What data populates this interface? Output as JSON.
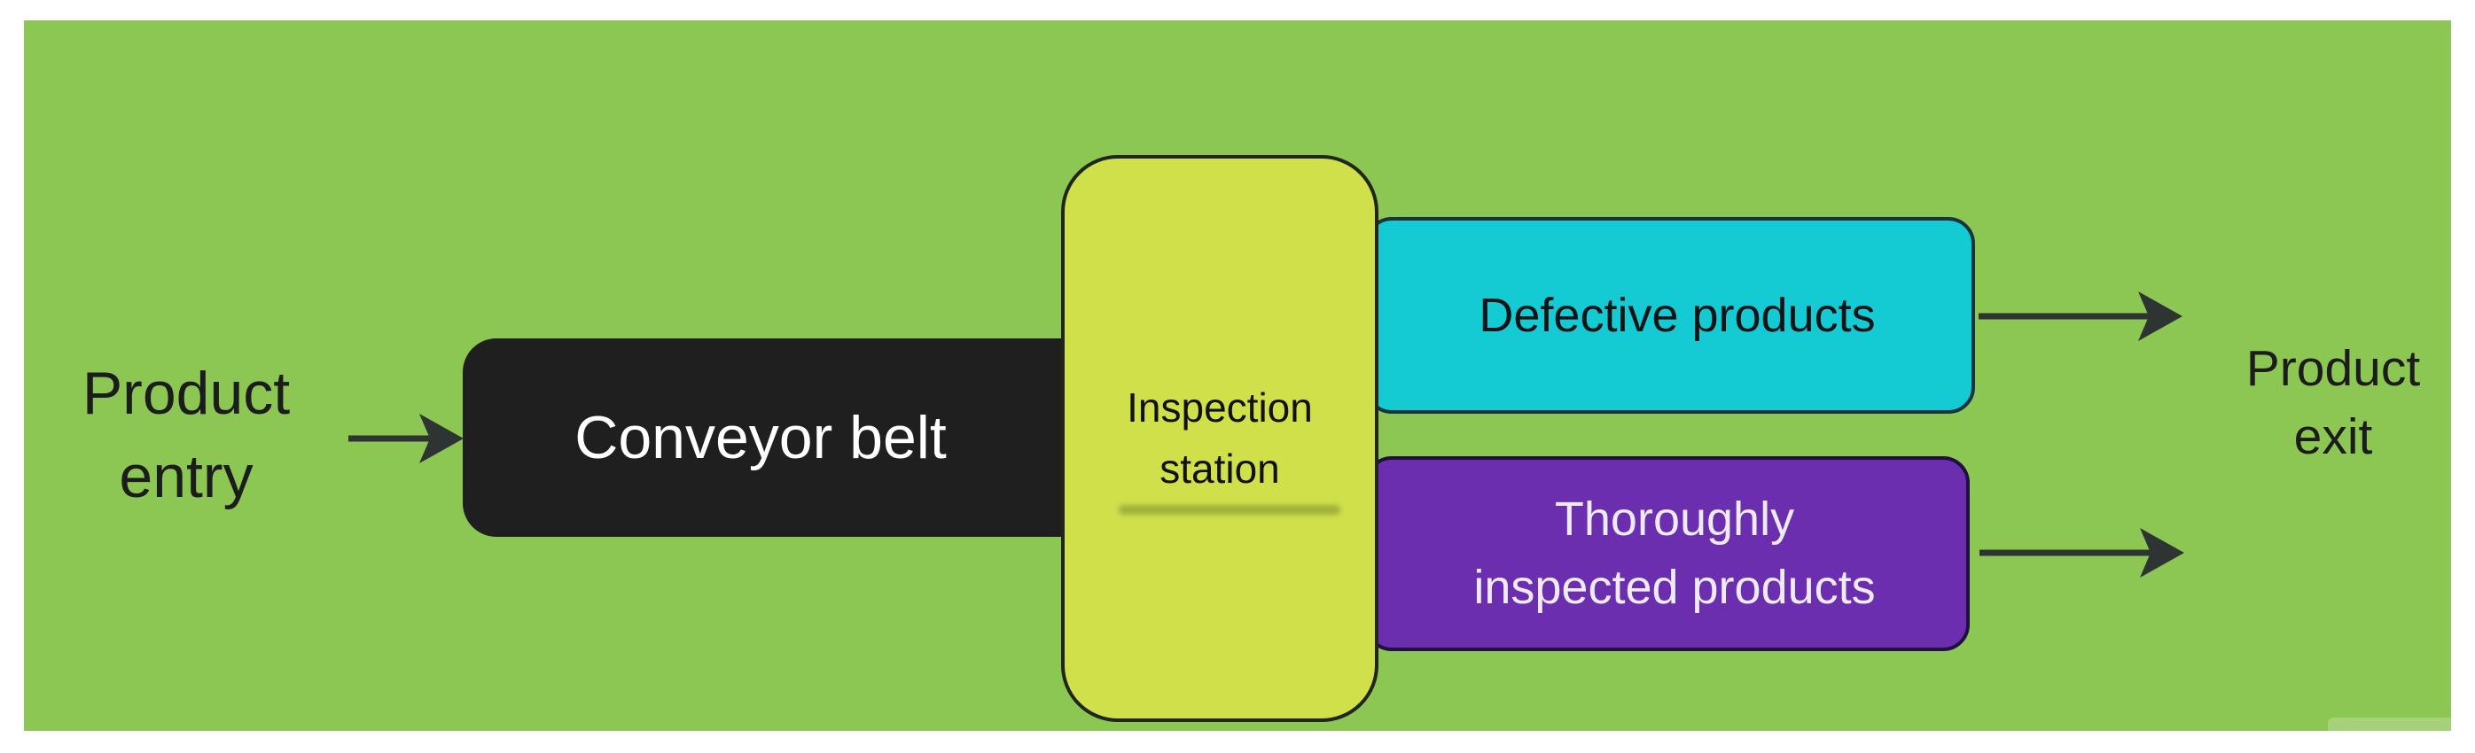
{
  "diagram": {
    "description": "Product inspection flow diagram",
    "nodes": {
      "product_entry": {
        "line1": "Product",
        "line2": "entry"
      },
      "conveyor_belt": {
        "label": "Conveyor belt"
      },
      "inspection_station": {
        "line1": "Inspection",
        "line2": "station"
      },
      "defective_products": {
        "label": "Defective products"
      },
      "inspected_products": {
        "line1": "Thoroughly",
        "line2": "inspected products"
      },
      "product_exit": {
        "line1": "Product",
        "line2": "exit"
      }
    },
    "edges": [
      {
        "from": "product_entry",
        "to": "conveyor_belt"
      },
      {
        "from": "conveyor_belt",
        "to": "inspection_station"
      },
      {
        "from": "inspection_station",
        "to": "defective_products"
      },
      {
        "from": "inspection_station",
        "to": "inspected_products"
      },
      {
        "from": "defective_products",
        "to": "product_exit"
      },
      {
        "from": "inspected_products",
        "to": "product_exit"
      }
    ],
    "colors": {
      "page_background": "#ffffff",
      "canvas_background": "#8CC653",
      "conveyor_fill": "#1F1F1F",
      "conveyor_text": "#ffffff",
      "inspection_fill": "#CFE04B",
      "defective_fill": "#14CAD3",
      "inspected_fill": "#6A2EAF",
      "inspected_text": "#EFEAF8",
      "outline_dark": "#20261d",
      "arrow": "#2E3431",
      "label_text": "#1c1c1c"
    }
  }
}
